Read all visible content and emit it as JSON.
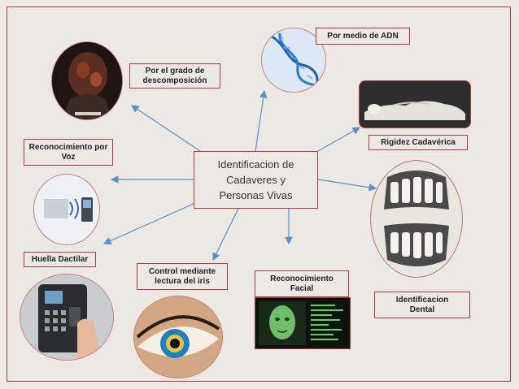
{
  "center": {
    "lines": [
      "Identificacion de",
      "Cadaveres y",
      "Personas Vivas"
    ]
  },
  "nodes": {
    "adn": "Por medio de ADN",
    "descomposicion": [
      "Por el grado de",
      "descomposición"
    ],
    "rigidez": "Rigidez Cadavérica",
    "voz": [
      "Reconocimiento por",
      "Voz"
    ],
    "huella": "Huella Dactilar",
    "iris": [
      "Control mediante",
      "lectura del iris"
    ],
    "facial": [
      "Reconocimiento",
      "Facial"
    ],
    "dental": [
      "Identificacion",
      "Dental"
    ]
  },
  "colors": {
    "background": "#ece9e4",
    "border": "#b23a3a",
    "arrow": "#5b8fc9"
  },
  "images": {
    "decomposed_face": "decomposed-body-photo",
    "dna": "dna-helix-image",
    "statue": "reclining-figure-sculpture",
    "voice": "voice-recognition-illustration",
    "teeth": "dental-xray-image",
    "fingerprint": "fingerprint-scanner-image",
    "eye": "eye-iris-image",
    "face_scan": "facial-recognition-screen"
  }
}
